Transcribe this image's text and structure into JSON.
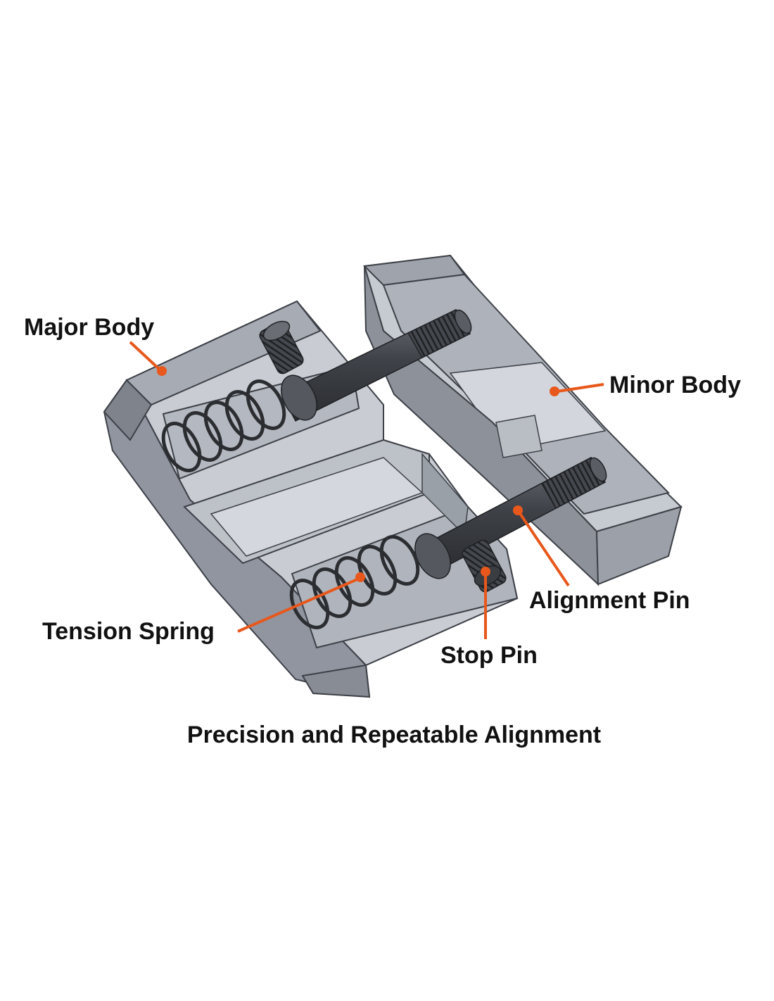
{
  "diagram": {
    "labels": {
      "major_body": "Major Body",
      "minor_body": "Minor Body",
      "alignment_pin": "Alignment Pin",
      "tension_spring": "Tension Spring",
      "stop_pin": "Stop Pin"
    },
    "caption": "Precision and Repeatable Alignment"
  },
  "colors": {
    "callout": "#e8571b",
    "body_light": "#c5c9d0",
    "body_mid": "#a9aeb6",
    "body_dark": "#8a8f97",
    "edge": "#3d4047",
    "pin": "#4a4d53",
    "pin_dark": "#2e3035",
    "text": "#111111",
    "background": "#ffffff"
  }
}
